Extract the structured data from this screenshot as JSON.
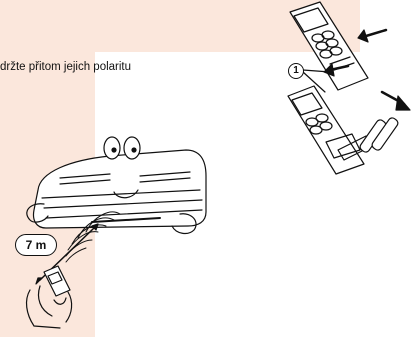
{
  "instruction": {
    "text": "držte přitom jejich polaritu"
  },
  "figures": {
    "battery_callout": {
      "number": "1"
    },
    "distance": {
      "label": "7 m"
    }
  },
  "colors": {
    "highlight_band": "#fbe7dc",
    "line_art": "#111111"
  }
}
